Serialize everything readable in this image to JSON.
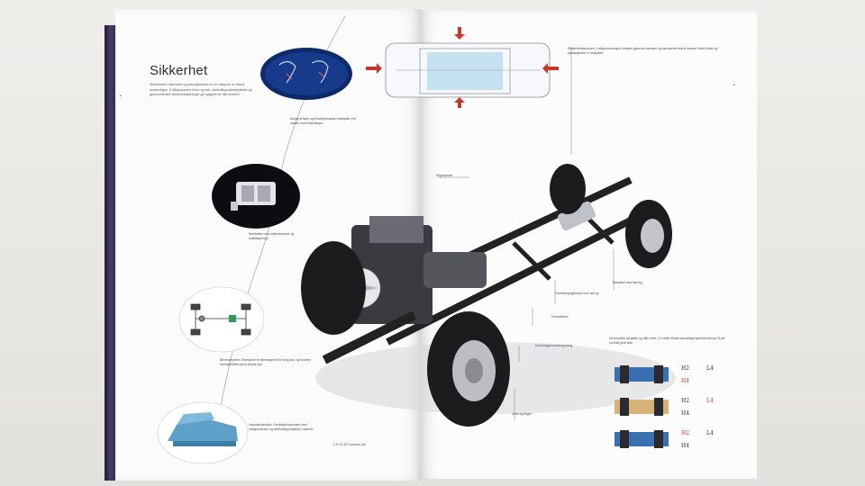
{
  "left_page": {
    "heading": "Sikkerhet",
    "intro": "Sikkerheten i førersete og passasjerplass er en viktig del av bilens konstruksjon. Kollisjonssoner foran og bak, sidekollisjonsbeskyttelse og gjennomtenkte sikkerhetsløsninger gir trygghet for alle ombord.",
    "callout_airbag": "Airbag til fører og forsetepassasjer beskytter mot skader ved frontkollisjon.",
    "callout_seatbelt": "Setebelter med beltestrammer og kraftbegrenser.",
    "callout_brake": "Bremsesystem. Bremsene er dimensjonert for tung last, og fordeler bremsekraften jevnt på alle hjul.",
    "callout_body": "Karosseristruktur. Forsterket karosseri med kollisjonssoner og sidekollisjonsbjelker i dørene."
  },
  "right_page": {
    "callout_top": "Sikkerhetskarosseri. Kollisjonsenergien fordeles gjennom rammen og karosseriet slik at kupéen forblir intakt og passasjerene er beskyttet.",
    "callout_frame": "Stigeramme",
    "callout_rear": "Bakaksel med fjæring",
    "callout_transfer": "Overføringsgirkasse med lavt gir",
    "callout_fuel": "Drivstofftank",
    "callout_suspension": "Uavhengig forhjulsoppheng",
    "callout_tyres": "Dekk og felger",
    "callout_engine": "2.5 l D-4D Common rail",
    "drive_intro": "H4 benyttes på glatte og våte veier. L4 under ekstra vanskelige kjøreforhold og H2 på normalt godt føre.",
    "drive_modes": [
      {
        "top": "H2",
        "top_right": "L4",
        "bottom": "H4"
      },
      {
        "top": "H2",
        "top_right": "L4",
        "bottom": "H4"
      },
      {
        "top": "H2",
        "top_right": "L4",
        "bottom": "H4"
      }
    ],
    "colors": {
      "chassis_blue": "#3a6fb0",
      "arrow_red": "#c9372c",
      "ground_tan": "#d9b27a"
    }
  },
  "icons": [
    "airbag-icon",
    "seat-icon",
    "car-body-icon",
    "drivetrain-icon",
    "arrow-icon"
  ]
}
